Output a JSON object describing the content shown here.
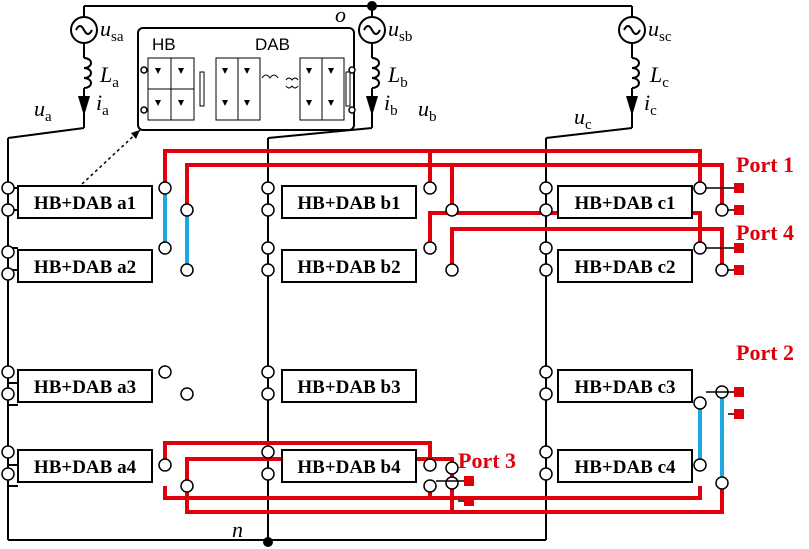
{
  "nodes": {
    "o": "o",
    "n": "n"
  },
  "sources": [
    {
      "u": "u",
      "u_sub": "sa",
      "L": "L",
      "L_sub": "a",
      "i": "i",
      "i_sub": "a",
      "v": "u",
      "v_sub": "a"
    },
    {
      "u": "u",
      "u_sub": "sb",
      "L": "L",
      "L_sub": "b",
      "i": "i",
      "i_sub": "b",
      "v": "u",
      "v_sub": "b"
    },
    {
      "u": "u",
      "u_sub": "sc",
      "L": "L",
      "L_sub": "c",
      "i": "i",
      "i_sub": "c",
      "v": "u",
      "v_sub": "c"
    }
  ],
  "inset": {
    "hb": "HB",
    "dab": "DAB"
  },
  "modules": {
    "a": [
      "HB+DAB a1",
      "HB+DAB a2",
      "HB+DAB a3",
      "HB+DAB a4"
    ],
    "b": [
      "HB+DAB b1",
      "HB+DAB b2",
      "HB+DAB b3",
      "HB+DAB b4"
    ],
    "c": [
      "HB+DAB c1",
      "HB+DAB c2",
      "HB+DAB c3",
      "HB+DAB c4"
    ]
  },
  "ports": {
    "p1": "Port 1",
    "p2": "Port 2",
    "p3": "Port 3",
    "p4": "Port 4"
  },
  "colors": {
    "port_line": "#e0000b",
    "link_line": "#1fa8e0",
    "wire": "#000000"
  }
}
